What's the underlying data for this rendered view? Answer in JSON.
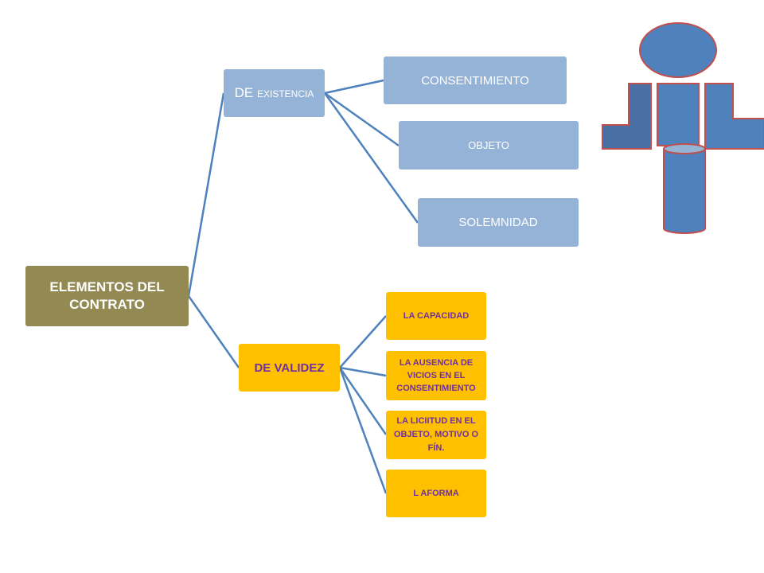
{
  "diagram": {
    "root": {
      "label": "ELEMENTOS DEL CONTRATO"
    },
    "existencia": {
      "label_big": "DE",
      "label_small": "EXISTENCIA",
      "children": [
        "CONSENTIMIENTO",
        "OBJETO",
        "SOLEMNIDAD"
      ]
    },
    "validez": {
      "label": "DE VALIDEZ",
      "children": [
        "LA CAPACIDAD",
        "LA  AUSENCIA DE VICIOS EN EL CONSENTIMIENTO",
        "LA LICIITUD EN EL OBJETO, MOTIVO O FÍN.",
        "L AFORMA"
      ]
    }
  },
  "colors": {
    "root": "#938953",
    "existencia_nodes": "#95b3d7",
    "validez_nodes": "#ffc000",
    "validez_text": "#7030a0",
    "connector": "#4f81bd",
    "figure_fill": "#4f81bd",
    "figure_stroke": "#c0504d"
  },
  "decoration": {
    "icon": "blocky-person-figure"
  }
}
